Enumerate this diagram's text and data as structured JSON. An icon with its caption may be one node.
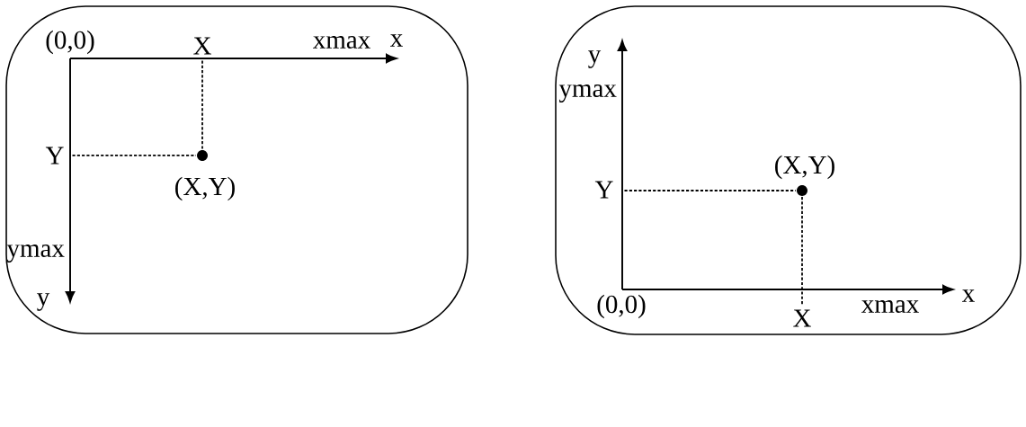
{
  "diagram": {
    "nodes": [
      {
        "text": [
          "(0,0)",
          "X",
          "xmax",
          "x",
          "Y",
          "(X,Y)",
          "ymax",
          "y"
        ]
      },
      {
        "text": [
          "y",
          "ymax",
          "(X,Y)",
          "Y",
          "(0,0)",
          "X",
          "xmax",
          "x"
        ]
      }
    ]
  }
}
